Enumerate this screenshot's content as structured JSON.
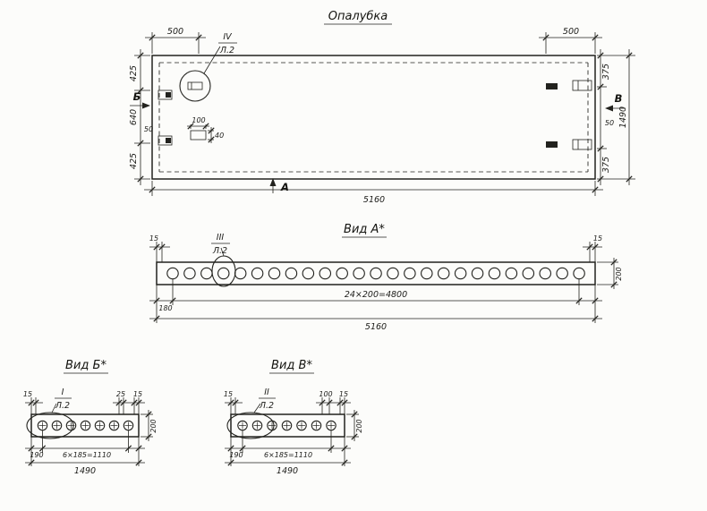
{
  "colors": {
    "paper": "#fcfcfa",
    "ink": "#22221e"
  },
  "titles": {
    "main": "Опалубка",
    "view_a": "Вид А*",
    "view_b": "Вид Б*",
    "view_v": "Вид В*"
  },
  "section_labels": {
    "a": "А",
    "b": "Б",
    "v": "В"
  },
  "callouts": {
    "detail_iv": {
      "num": "IV",
      "sheet": "Л.2"
    },
    "detail_iii": {
      "num": "III",
      "sheet": "Л.2"
    },
    "detail_i": {
      "num": "I",
      "sheet": "Л.2"
    },
    "detail_ii": {
      "num": "II",
      "sheet": "Л.2"
    }
  },
  "plan": {
    "dims": {
      "top_left": "500",
      "top_right": "500",
      "bottom_overall": "5160",
      "right_overall": "1490",
      "left_top": "425",
      "left_mid": "640",
      "left_bottom": "425",
      "left_offset": "50",
      "right_top": "375",
      "right_bottom": "375",
      "right_offset": "50",
      "insert_width": "100",
      "insert_height": "40"
    }
  },
  "view_a": {
    "holes": 25,
    "dims": {
      "edge_left": "15",
      "edge_right": "15",
      "first_hole": "180",
      "spacing": "24×200=4800",
      "overall": "5160",
      "height": "200"
    }
  },
  "view_b": {
    "holes": 7,
    "dims": {
      "edge_left": "15",
      "gap": "25",
      "edge_right": "15",
      "first_hole": "190",
      "spacing": "6×185=1110",
      "overall": "1490",
      "height": "200"
    }
  },
  "view_v": {
    "holes": 7,
    "dims": {
      "edge_left": "15",
      "gap": "100",
      "edge_right": "15",
      "first_hole": "190",
      "spacing": "6×185=1110",
      "overall": "1490",
      "height": "200"
    }
  }
}
